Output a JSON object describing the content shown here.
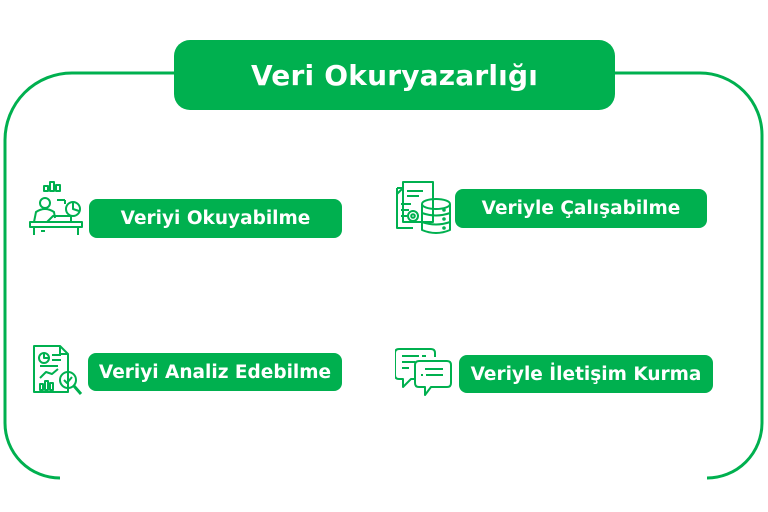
{
  "title": "Veri Okuryazarlığı",
  "colors": {
    "accent": "#00b04f",
    "background": "#ffffff",
    "text_on_accent": "#ffffff"
  },
  "items": [
    {
      "label": "Veriyi Okuyabilme",
      "icon": "person-at-desk-with-charts-icon"
    },
    {
      "label": "Veriyle Çalışabilme",
      "icon": "document-database-gear-icon"
    },
    {
      "label": "Veriyi Analiz Edebilme",
      "icon": "report-magnifier-analytics-icon"
    },
    {
      "label": "Veriyle İletişim Kurma",
      "icon": "chat-bubbles-icon"
    }
  ]
}
